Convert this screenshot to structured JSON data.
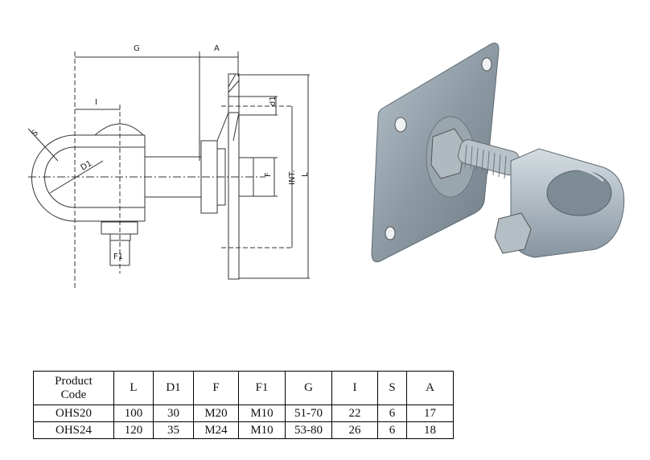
{
  "drawing": {
    "dimension_labels": {
      "G": "G",
      "A": "A",
      "I": "I",
      "S": "S",
      "D1": "D1",
      "F1": "F1",
      "d1": "d1",
      "F": "F",
      "INT": "INT.",
      "L": "L"
    }
  },
  "photo": {
    "subject": "zinc-plated adjustable gate hinge with square mounting plate"
  },
  "spec_table": {
    "headers": [
      "Product Code",
      "L",
      "D1",
      "F",
      "F1",
      "G",
      "I",
      "S",
      "A"
    ],
    "header_product_line1": "Product",
    "header_product_line2": "Code",
    "rows": [
      [
        "OHS20",
        "100",
        "30",
        "M20",
        "M10",
        "51-70",
        "22",
        "6",
        "17"
      ],
      [
        "OHS24",
        "120",
        "35",
        "M24",
        "M10",
        "53-80",
        "26",
        "6",
        "18"
      ]
    ]
  }
}
